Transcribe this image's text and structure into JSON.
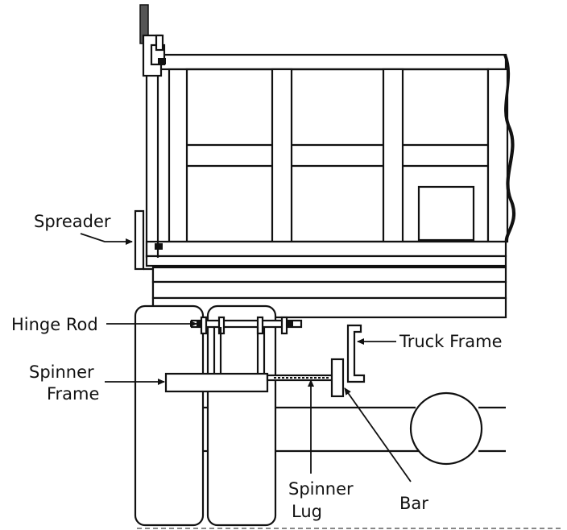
{
  "labels": {
    "spreader": "Spreader",
    "hinge_rod": "Hinge Rod",
    "truck_frame": "Truck Frame",
    "spinner_frame_line1": "Spinner",
    "spinner_frame_line2": "Frame",
    "spinner_lug_line1": "Spinner",
    "spinner_lug_line2": "Lug",
    "bar": "Bar"
  },
  "colors": {
    "ink": "#111111",
    "paper": "#ffffff"
  }
}
